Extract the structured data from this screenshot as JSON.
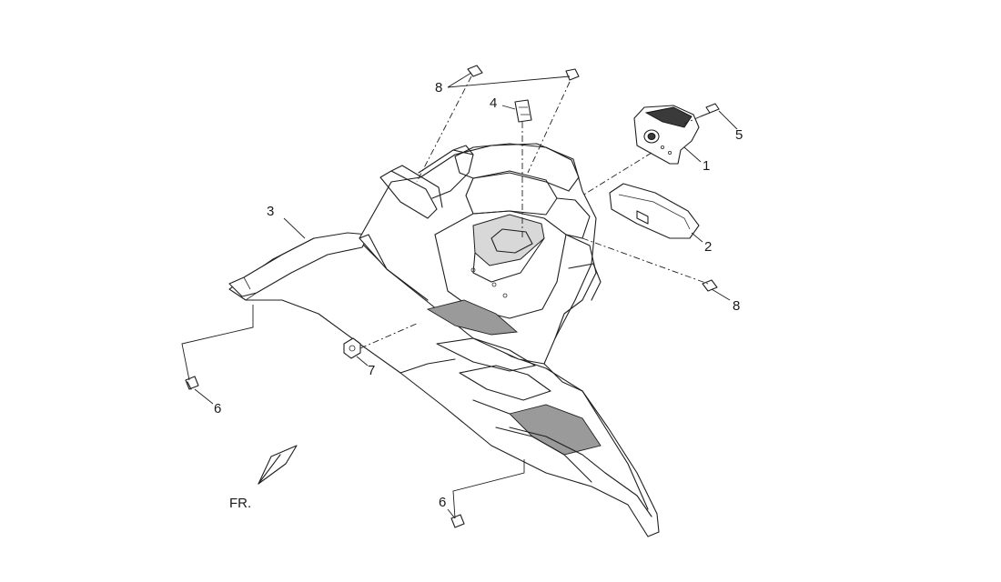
{
  "callouts": {
    "c1": "1",
    "c2": "2",
    "c3": "3",
    "c4": "4",
    "c5": "5",
    "c6a": "6",
    "c6b": "6",
    "c7": "7",
    "c8a": "8",
    "c8b": "8"
  },
  "direction_label": "FR."
}
